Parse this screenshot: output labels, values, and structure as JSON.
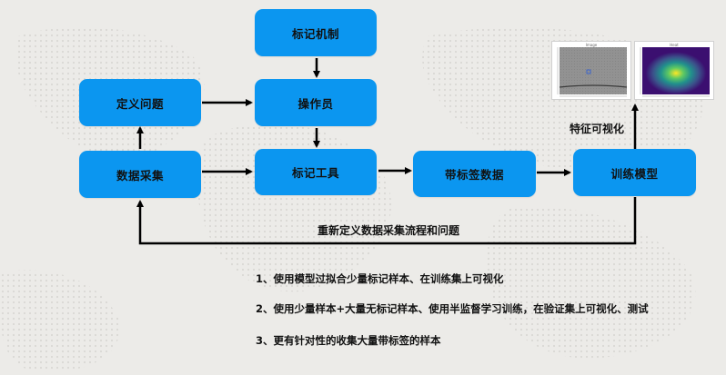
{
  "nodes": {
    "mark_mechanism": "标记机制",
    "define_problem": "定义问题",
    "operator": "操作员",
    "data_collection": "数据采集",
    "annotation_tool": "标记工具",
    "labeled_data": "带标签数据",
    "train_model": "训练模型"
  },
  "labels": {
    "feature_visualization": "特征可视化",
    "redefine_loop": "重新定义数据采集流程和问题"
  },
  "notes": [
    "1、使用模型过拟合少量标记样本、在训练集上可视化",
    "2、使用少量样本+大量无标记样本、使用半监督学习训练，在验证集上可视化、测试",
    "3、更有针对性的收集大量带标签的样本"
  ],
  "thumbnails": {
    "left_title": "Image",
    "right_title": "Heat"
  },
  "colors": {
    "node_fill": "#0b96f0",
    "background": "#ecebe8",
    "arrow": "#000000",
    "heatmap_bg": "#3b0f70",
    "heatmap_hot": "#fde725"
  }
}
